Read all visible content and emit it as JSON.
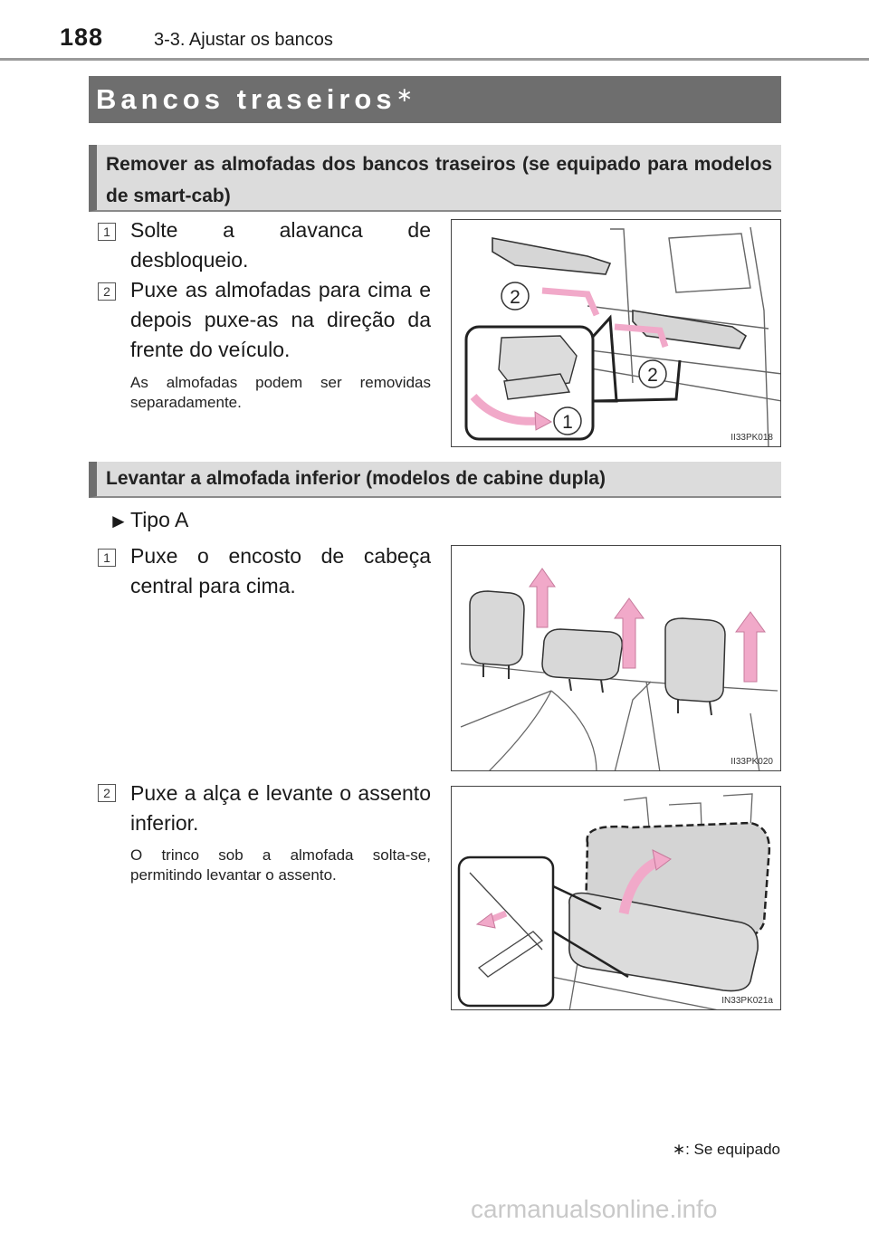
{
  "header": {
    "page_number": "188",
    "chapter": "3-3. Ajustar os bancos"
  },
  "title": {
    "text": "Bancos traseiros",
    "star": "∗"
  },
  "section1": {
    "heading": "Remover as almofadas dos bancos traseiros (se equipado para modelos de smart-cab)",
    "steps": [
      {
        "num": "1",
        "text": "Solte a alavanca de desbloqueio."
      },
      {
        "num": "2",
        "text": "Puxe as almofadas para cima e depois puxe-as na direção da frente do veículo."
      }
    ],
    "note": "As almofadas podem ser removidas separadamente.",
    "figure": {
      "code": "II33PK018",
      "callouts": [
        "2",
        "2",
        "1"
      ]
    }
  },
  "section2": {
    "heading": "Levantar a almofada inferior (modelos de cabine dupla)",
    "bullet_marker": "►",
    "bullet": "Tipo A",
    "steps": [
      {
        "num": "1",
        "text": "Puxe o encosto de cabeça central para cima."
      },
      {
        "num": "2",
        "text": "Puxe a alça e levante o assento inferior."
      }
    ],
    "note": "O trinco sob a almofada solta-se, permitindo levantar o assento.",
    "figure1_code": "II33PK020",
    "figure2_code": "IN33PK021a"
  },
  "footnote": {
    "star": "∗",
    "text": ": Se equipado"
  },
  "watermark": "carmanualsonline.info",
  "colors": {
    "arrow_pink": "#f1a9c9",
    "title_bar": "#6e6e6e",
    "sub_bar": "#dcdcdc"
  }
}
